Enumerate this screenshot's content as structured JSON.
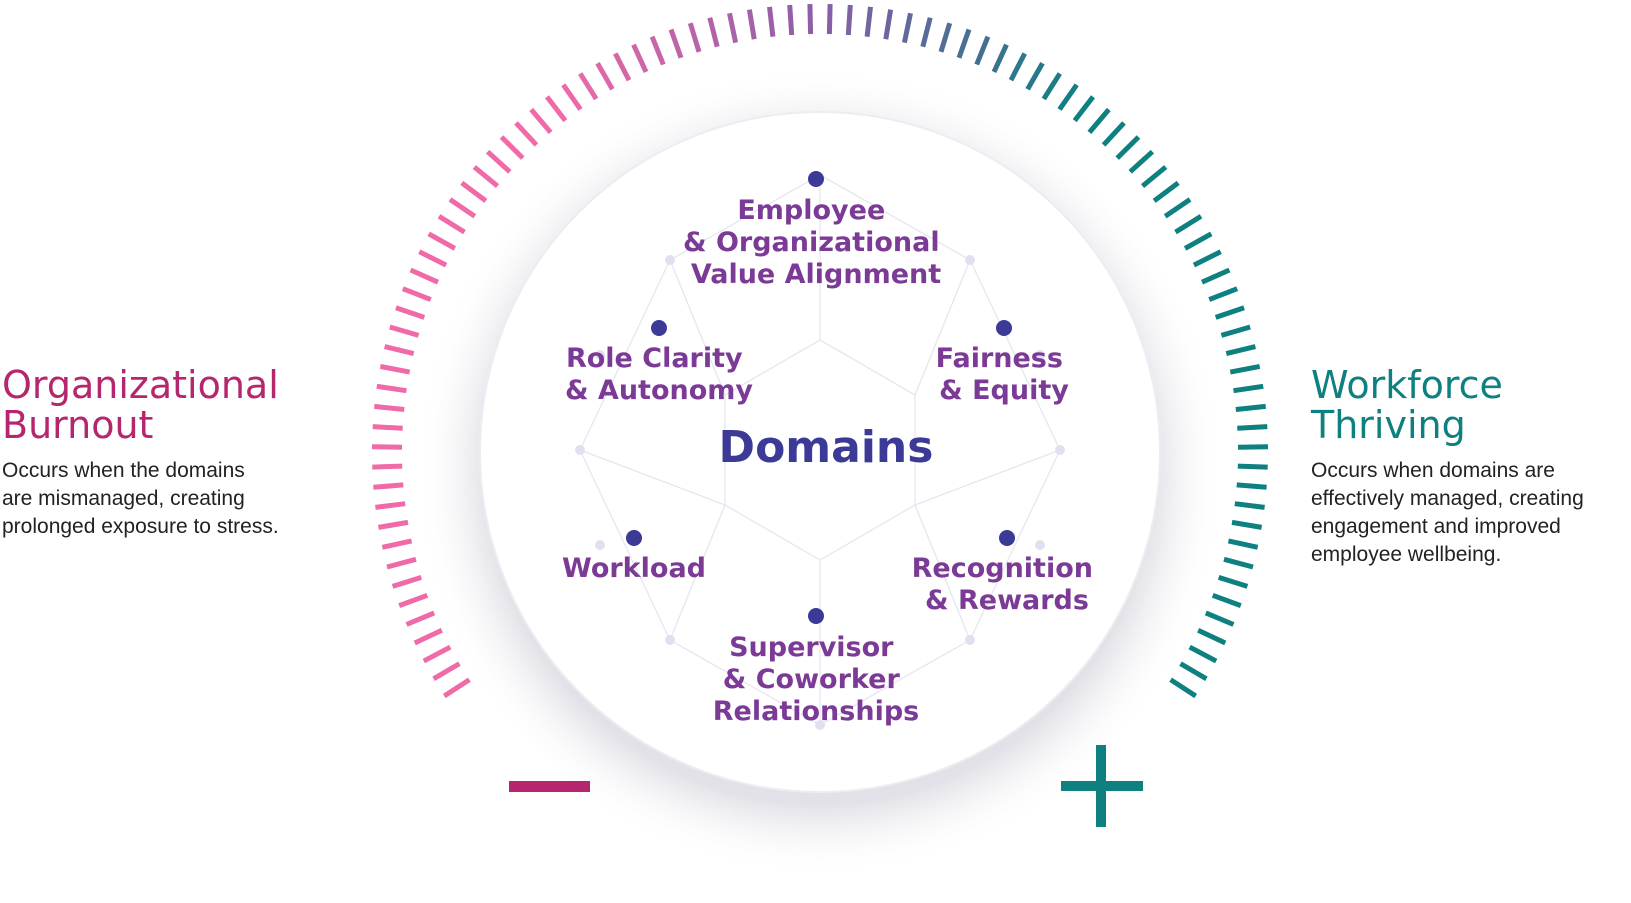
{
  "left": {
    "title_line1": "Organizational",
    "title_line2": "Burnout",
    "desc_lines": [
      "Occurs when the domains",
      "are mismanaged, creating",
      "prolonged exposure to stress."
    ],
    "color": "#b5266f",
    "sign": "minus"
  },
  "right": {
    "title_line1": "Workforce",
    "title_line2": "Thriving",
    "desc_lines": [
      "Occurs when domains are",
      "effectively managed, creating",
      "engagement and improved",
      "employee wellbeing."
    ],
    "color": "#0e8080",
    "sign": "plus"
  },
  "center": {
    "label": "Domains",
    "color": "#3b3a96"
  },
  "domains": [
    {
      "id": "value-alignment",
      "lines": [
        "Employee",
        "& Organizational",
        "Value Alignment"
      ]
    },
    {
      "id": "fairness",
      "lines": [
        "Fairness",
        "& Equity"
      ]
    },
    {
      "id": "recognition",
      "lines": [
        "Recognition",
        "& Rewards"
      ]
    },
    {
      "id": "relationships",
      "lines": [
        "Supervisor",
        "& Coworker",
        "Relationships"
      ]
    },
    {
      "id": "workload",
      "lines": [
        "Workload"
      ]
    },
    {
      "id": "role-clarity",
      "lines": [
        "Role Clarity",
        "& Autonomy"
      ]
    }
  ],
  "colors": {
    "domain_text": "#7b3a96",
    "dot": "#3b3a96",
    "gradient": [
      "#f06aa8",
      "#8a5ea8",
      "#0e8080"
    ]
  }
}
